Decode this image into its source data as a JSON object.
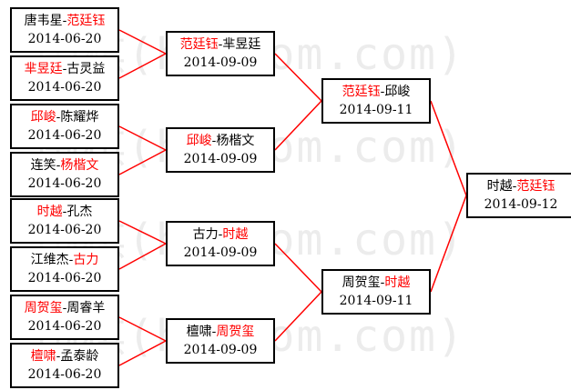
{
  "watermark": "围棋(hoetom.com)",
  "colors": {
    "winner": "#ff0000",
    "normal": "#000000",
    "line": "#ff0000"
  },
  "round1": [
    {
      "p1": "唐韦星",
      "p2": "范廷钰",
      "winner": 2,
      "date": "2014-06-20"
    },
    {
      "p1": "芈昱廷",
      "p2": "古灵益",
      "winner": 1,
      "date": "2014-06-20"
    },
    {
      "p1": "邱峻",
      "p2": "陈耀烨",
      "winner": 1,
      "date": "2014-06-20"
    },
    {
      "p1": "连笑",
      "p2": "杨楷文",
      "winner": 2,
      "date": "2014-06-20"
    },
    {
      "p1": "时越",
      "p2": "孔杰",
      "winner": 1,
      "date": "2014-06-20"
    },
    {
      "p1": "江维杰",
      "p2": "古力",
      "winner": 2,
      "date": "2014-06-20"
    },
    {
      "p1": "周贺玺",
      "p2": "周睿羊",
      "winner": 1,
      "date": "2014-06-20"
    },
    {
      "p1": "檀啸",
      "p2": "孟泰龄",
      "winner": 1,
      "date": "2014-06-20"
    }
  ],
  "round2": [
    {
      "p1": "范廷钰",
      "p2": "芈昱廷",
      "winner": 1,
      "date": "2014-09-09"
    },
    {
      "p1": "邱峻",
      "p2": "杨楷文",
      "winner": 1,
      "date": "2014-09-09"
    },
    {
      "p1": "古力",
      "p2": "时越",
      "winner": 2,
      "date": "2014-09-09"
    },
    {
      "p1": "檀啸",
      "p2": "周贺玺",
      "winner": 2,
      "date": "2014-09-09"
    }
  ],
  "round3": [
    {
      "p1": "范廷钰",
      "p2": "邱峻",
      "winner": 1,
      "date": "2014-09-11"
    },
    {
      "p1": "周贺玺",
      "p2": "时越",
      "winner": 2,
      "date": "2014-09-11"
    }
  ],
  "final": [
    {
      "p1": "时越",
      "p2": "范廷钰",
      "winner": 2,
      "date": "2014-09-12"
    }
  ]
}
